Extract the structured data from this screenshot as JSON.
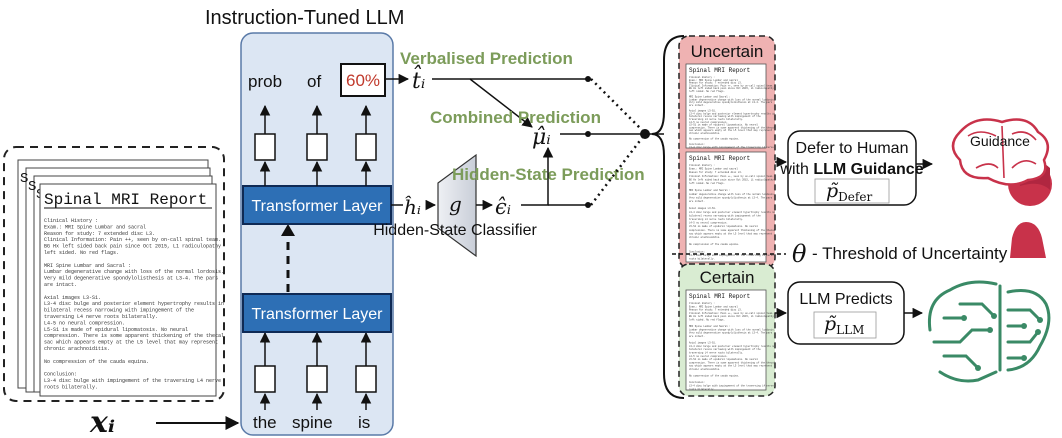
{
  "title": "Instruction-Tuned LLM",
  "tokens_in": [
    "the",
    "spine",
    "is"
  ],
  "tokens_out": [
    "prob",
    "of",
    "60%"
  ],
  "transformer_layer": "Transformer Layer",
  "hidden_state_classifier": "Hidden-State Classifier",
  "g_label": "g",
  "verbalised_prediction": "Verbalised Prediction",
  "combined_prediction": "Combined Prediction",
  "hidden_state_prediction": "Hidden-State Prediction",
  "math": {
    "x_i": "𝒙ᵢ",
    "t_i": "t̂ᵢ",
    "h_i": "ĥᵢ",
    "eps_i": "ϵ̂ᵢ",
    "mu_i": "μ̂ᵢ",
    "theta": "θ"
  },
  "threshold_label": "- Threshold of Uncertainty",
  "uncertain_label": "Uncertain",
  "certain_label": "Certain",
  "defer_line1": "Defer to Human",
  "defer_line2_pre": "with ",
  "defer_line2_bold": "LLM Guidance",
  "defer_formula_base": "p̃",
  "defer_formula_sub": "Defer",
  "llm_predicts": "LLM Predicts",
  "llm_formula_base": "p̃",
  "llm_formula_sub": "LLM",
  "guidance": "Guidance",
  "report": {
    "stack_letters": [
      "S",
      "S",
      "S"
    ],
    "title": "Spinal MRI Report",
    "lines": [
      "Clinical History :",
      "Exam.: MRI Spine Lumbar and sacral",
      "Reason for study: 7 extended disc L3.",
      "Clinical Information: Pain ++, seen by on-call spinal team.",
      "BG Hx left sided back pain since Oct 2015, L1 radiculopathy",
      "left sided. No red flags.",
      "",
      "MRI Spine Lumbar and Sacral :",
      "Lumbar degenerative change with loss of the normal lordosis.",
      "Very mild degenerative spondylolisthesis at L3-4. The pars",
      "are intact.",
      "",
      "Axial images L3-S1.",
      "L3-4 disc bulge and posterior element hypertrophy results in",
      "bilateral recess narrowing with impingement of the",
      "traversing L4 nerve roots bilaterally.",
      "L4-5 no neural compression.",
      "L5-S1 is made of epidural lipomatosis. No neural",
      "compression. There is some apparent thickening of the thecal",
      "sac which appears empty at the L5 level that may represent",
      "chronic arachnoiditis.",
      "",
      "No compression of the cauda equina.",
      "",
      "Conclusion:",
      "L3-4 disc bulge with impingement of the traversing L4 nerve",
      "roots bilaterally."
    ]
  }
}
